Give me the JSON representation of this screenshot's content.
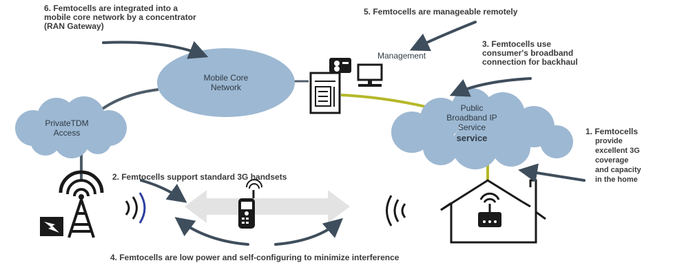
{
  "captions": {
    "c6": "6. Femtocells are integrated into a\nmobile core network by a concentrator\n(RAN Gateway)",
    "c5": "5. Femtocells are manageable remotely",
    "c3": "3. Femtocells use\nconsumer's broadband\nconnection for backhaul",
    "c1_title": "1. Femtocells",
    "c1_body": "provide\nexcellent 3G\ncoverage\nand capacity\nin the home",
    "c2": "2. Femtocells support standard 3G handsets",
    "c4": "4. Femtocells are low power and self-configuring to minimize interference"
  },
  "nodes": {
    "mobile_core": "Mobile Core\nNetwork",
    "private_tdm": "PrivateTDM\nAccess",
    "public_broadband": "Public\nBroadband IP\nService",
    "public_broadband_extra": "service",
    "management": "Management"
  },
  "colors": {
    "cloud": "#9db8d2",
    "backhaul_line": "#b5b82a",
    "network_line": "#4e5c68",
    "arrow": "#3f4e5c",
    "signal_blue": "#2c3f9e",
    "text": "#3a3a3a"
  }
}
